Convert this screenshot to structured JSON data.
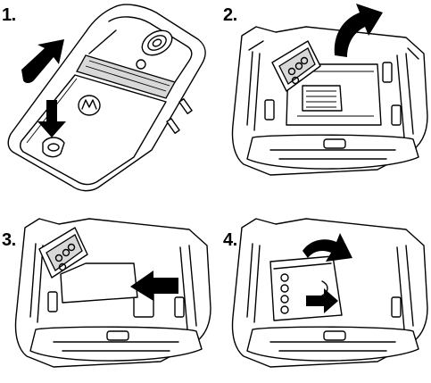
{
  "steps": [
    {
      "label": "1."
    },
    {
      "label": "2."
    },
    {
      "label": "3."
    },
    {
      "label": "4."
    }
  ],
  "icons": [
    "phone-back-cover-icon",
    "battery-door-icon",
    "motorola-logo-icon",
    "arrow-icon",
    "sim-card-icon",
    "sim-holder-icon"
  ],
  "colors": {
    "line": "#000000",
    "arrow_fill": "#000000",
    "panel_shade": "#d8d8d8",
    "background": "#ffffff"
  }
}
